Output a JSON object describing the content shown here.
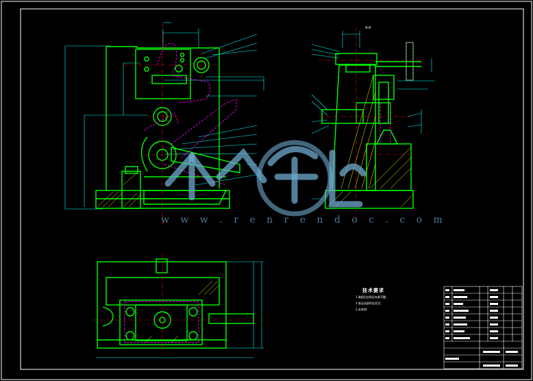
{
  "drawing": {
    "background": "#000000",
    "colors": {
      "frame": "#ffffff",
      "part": "#00ff00",
      "center": "#ff0000",
      "dimension": "#00ffff",
      "hidden": "#ff00ff",
      "hatch": "#ffff00"
    },
    "watermark_url": "w w w . r e n r e n d o c . c o m",
    "watermark_logo": "renrendoc-logo",
    "notes_title": "技术要求",
    "notes": [
      "1.装配后应保证夹紧可靠;",
      "2.各运动部件应灵活;",
      "3.去毛刺;"
    ],
    "section_label": "A-A"
  }
}
